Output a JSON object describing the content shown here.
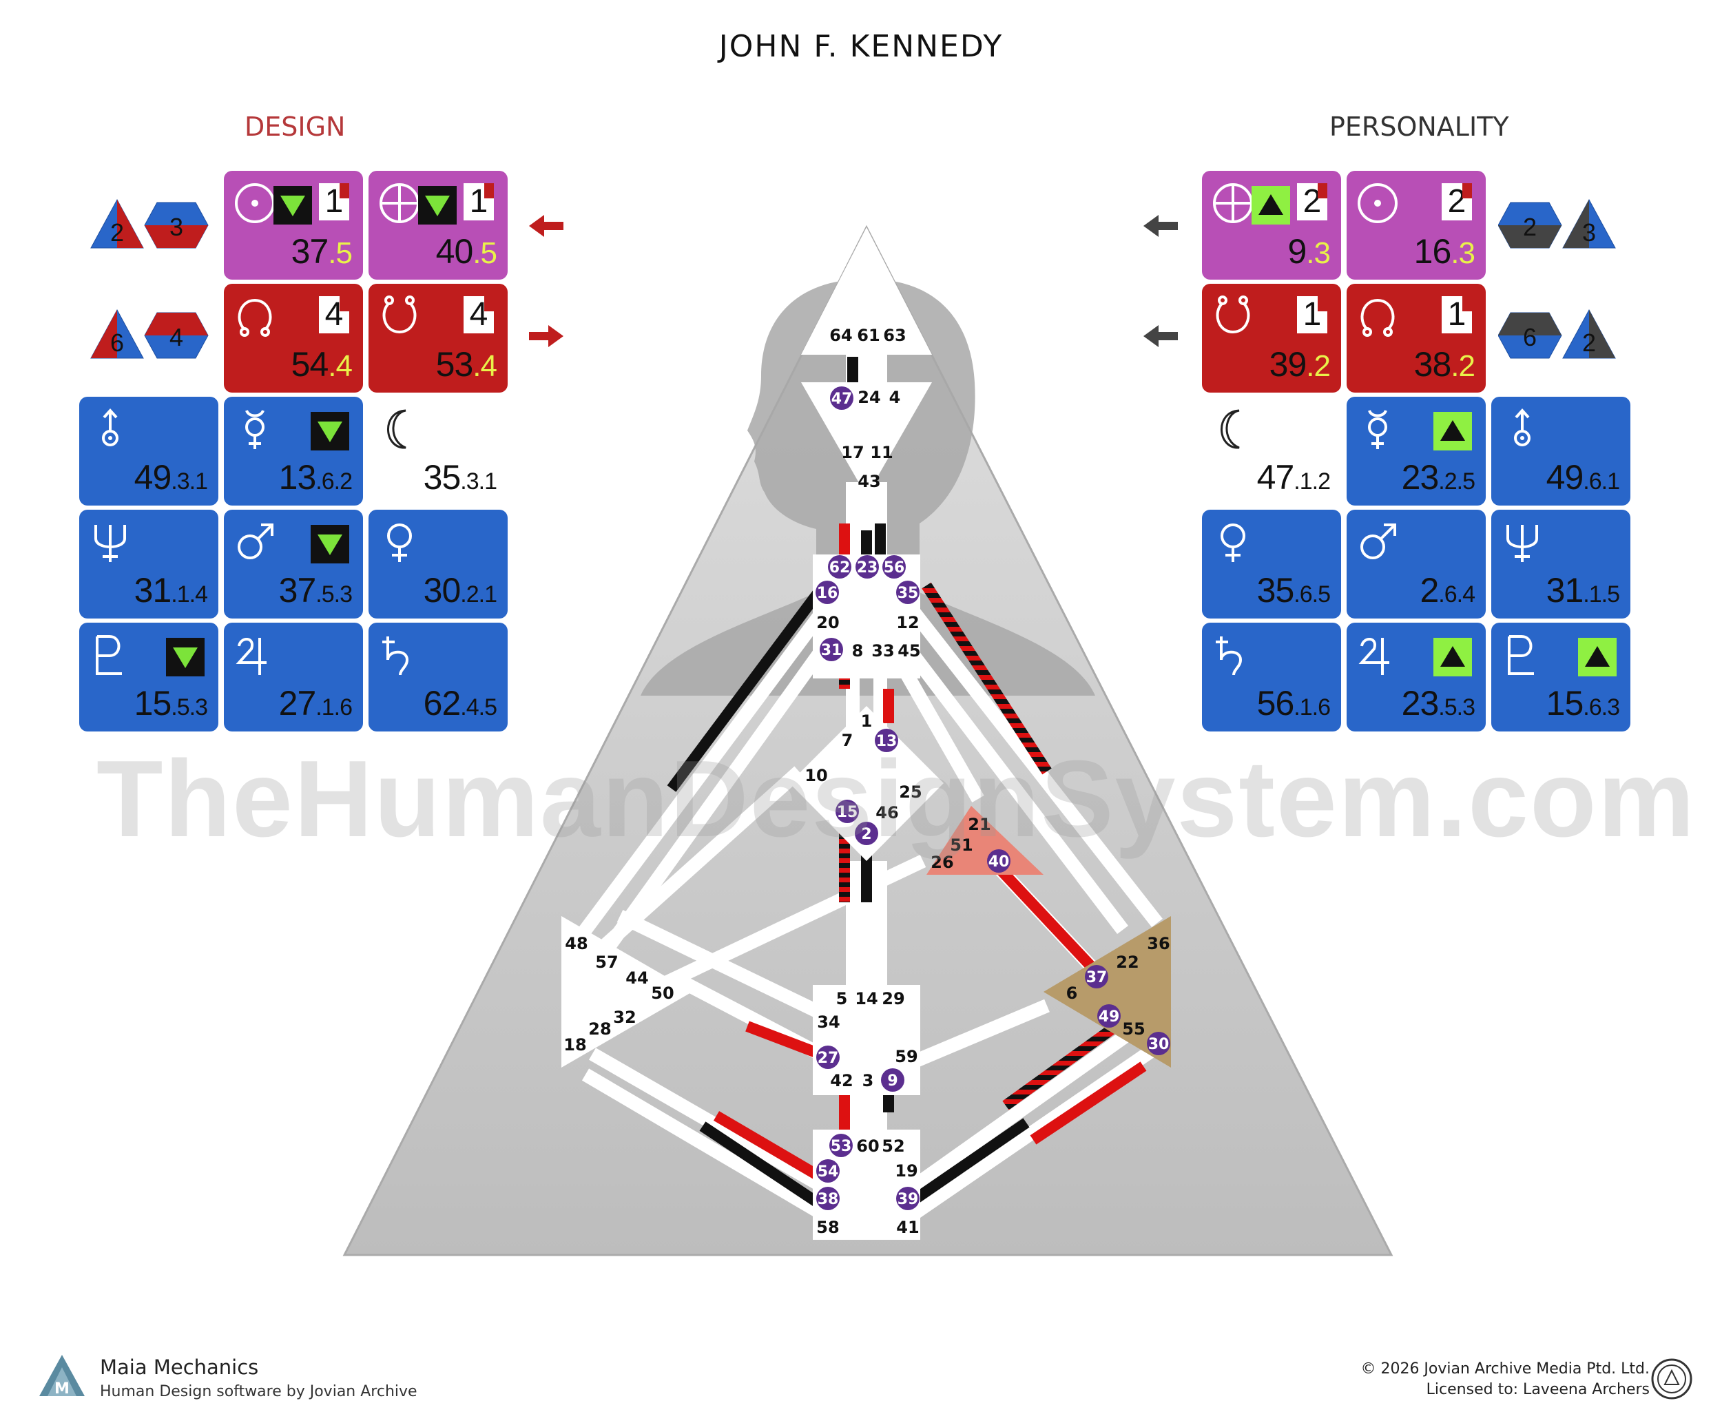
{
  "title": "JOHN F. KENNEDY",
  "design": {
    "heading": "DESIGN",
    "arrows": [
      "arrow-left",
      "arrow-right"
    ],
    "variables_top": [
      "2",
      "3"
    ],
    "variables_bottom": [
      "6",
      "4"
    ],
    "tiles": [
      {
        "id": "sun",
        "icon": "sun-icon",
        "color": "pink",
        "gate": "37",
        "line": "5",
        "line_style": "yellow",
        "marker": "down",
        "linebox": "1"
      },
      {
        "id": "earth",
        "icon": "earth-icon",
        "color": "pink",
        "gate": "40",
        "line": "5",
        "line_style": "yellow",
        "marker": "down",
        "linebox": "1"
      },
      {
        "id": "north-node",
        "icon": "north-node-icon",
        "color": "red",
        "gate": "54",
        "line": "4",
        "line_style": "yellow",
        "marker": "",
        "linebox": "4"
      },
      {
        "id": "south-node",
        "icon": "south-node-icon",
        "color": "red",
        "gate": "53",
        "line": "4",
        "line_style": "yellow",
        "marker": "",
        "linebox": "4"
      },
      {
        "id": "uranus",
        "icon": "uranus-icon",
        "color": "blue",
        "gate": "49",
        "line": "3.1",
        "marker": ""
      },
      {
        "id": "mercury",
        "icon": "mercury-icon",
        "color": "blue",
        "gate": "13",
        "line": "6.2",
        "marker": "down"
      },
      {
        "id": "moon",
        "icon": "moon-icon",
        "color": "plain",
        "gate": "35",
        "line": "3.1",
        "marker": ""
      },
      {
        "id": "neptune",
        "icon": "neptune-icon",
        "color": "blue",
        "gate": "31",
        "line": "1.4",
        "marker": ""
      },
      {
        "id": "mars",
        "icon": "mars-icon",
        "color": "blue",
        "gate": "37",
        "line": "5.3",
        "marker": "down"
      },
      {
        "id": "venus",
        "icon": "venus-icon",
        "color": "blue",
        "gate": "30",
        "line": "2.1",
        "marker": ""
      },
      {
        "id": "pluto",
        "icon": "pluto-icon",
        "color": "blue",
        "gate": "15",
        "line": "5.3",
        "marker": "down"
      },
      {
        "id": "jupiter",
        "icon": "jupiter-icon",
        "color": "blue",
        "gate": "27",
        "line": "1.6",
        "marker": ""
      },
      {
        "id": "saturn",
        "icon": "saturn-icon",
        "color": "blue",
        "gate": "62",
        "line": "4.5",
        "marker": ""
      }
    ]
  },
  "personality": {
    "heading": "PERSONALITY",
    "arrows": [
      "arrow-left",
      "arrow-left"
    ],
    "variables_top": [
      "2",
      "3"
    ],
    "variables_bottom": [
      "6",
      "2"
    ],
    "tiles": [
      {
        "id": "earth",
        "icon": "earth-icon",
        "color": "pink",
        "gate": "9",
        "line": "3",
        "line_style": "yellow",
        "marker": "up",
        "linebox": "2"
      },
      {
        "id": "sun",
        "icon": "sun-icon",
        "color": "pink",
        "gate": "16",
        "line": "3",
        "line_style": "yellow",
        "marker": "",
        "linebox": "2"
      },
      {
        "id": "south-node",
        "icon": "south-node-icon",
        "color": "red",
        "gate": "39",
        "line": "2",
        "line_style": "yellow",
        "marker": "",
        "linebox": "1"
      },
      {
        "id": "north-node",
        "icon": "north-node-icon",
        "color": "red",
        "gate": "38",
        "line": "2",
        "line_style": "yellow",
        "marker": "",
        "linebox": "1"
      },
      {
        "id": "moon",
        "icon": "moon-icon",
        "color": "plain",
        "gate": "47",
        "line": "1.2",
        "marker": ""
      },
      {
        "id": "mercury",
        "icon": "mercury-icon",
        "color": "blue",
        "gate": "23",
        "line": "2.5",
        "marker": "up"
      },
      {
        "id": "uranus",
        "icon": "uranus-icon",
        "color": "blue",
        "gate": "49",
        "line": "6.1",
        "marker": ""
      },
      {
        "id": "venus",
        "icon": "venus-icon",
        "color": "blue",
        "gate": "35",
        "line": "6.5",
        "marker": ""
      },
      {
        "id": "mars",
        "icon": "mars-icon",
        "color": "blue",
        "gate": "2",
        "line": "6.4",
        "marker": ""
      },
      {
        "id": "neptune",
        "icon": "neptune-icon",
        "color": "blue",
        "gate": "31",
        "line": "1.5",
        "marker": ""
      },
      {
        "id": "saturn",
        "icon": "saturn-icon",
        "color": "blue",
        "gate": "56",
        "line": "1.6",
        "marker": ""
      },
      {
        "id": "jupiter",
        "icon": "jupiter-icon",
        "color": "blue",
        "gate": "23",
        "line": "5.3",
        "marker": "up"
      },
      {
        "id": "pluto",
        "icon": "pluto-icon",
        "color": "blue",
        "gate": "15",
        "line": "6.3",
        "marker": "up"
      }
    ]
  },
  "bodygraph": {
    "head_gates": [
      "64",
      "61",
      "63"
    ],
    "ajna_gates": [
      "47",
      "24",
      "4",
      "17",
      "11",
      "43"
    ],
    "throat_gates": [
      "62",
      "23",
      "56",
      "16",
      "35",
      "20",
      "12",
      "31",
      "8",
      "33",
      "45"
    ],
    "g_gates": [
      "1",
      "7",
      "13",
      "10",
      "25",
      "15",
      "46",
      "2"
    ],
    "ego_gates": [
      "21",
      "51",
      "26",
      "40"
    ],
    "spleen_gates": [
      "48",
      "57",
      "44",
      "50",
      "32",
      "28",
      "18"
    ],
    "solar_plexus_gates": [
      "36",
      "22",
      "37",
      "6",
      "49",
      "55",
      "30"
    ],
    "sacral_gates": [
      "5",
      "14",
      "29",
      "34",
      "27",
      "59",
      "42",
      "3",
      "9"
    ],
    "root_gates": [
      "53",
      "60",
      "52",
      "54",
      "19",
      "38",
      "39",
      "58",
      "41"
    ]
  },
  "watermark": "TheHumanDesignSystem.com",
  "footer": {
    "brand": "Maia Mechanics",
    "brand_sub": "Human Design software by Jovian Archive",
    "copyright": "© 2026 Jovian Archive Media Ptd. Ltd.",
    "license": "Licensed to: Laveena Archers"
  },
  "colors": {
    "pink": "#b84fb6",
    "red": "#bf1d1d",
    "blue": "#2966c9",
    "ego": "#e98577",
    "solar_plexus": "#b79b6a",
    "activated_gate": "#5b2e8f"
  }
}
